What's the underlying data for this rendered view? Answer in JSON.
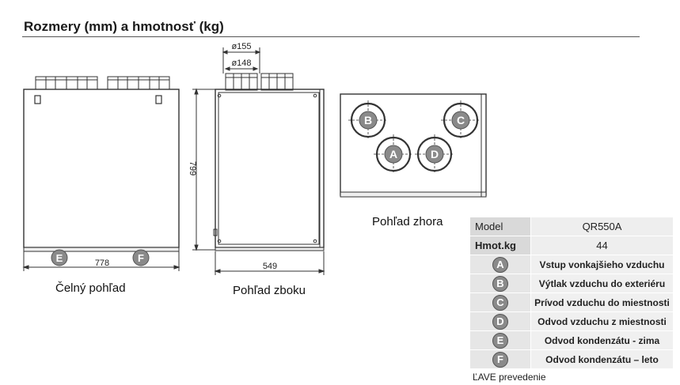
{
  "title": "Rozmery (mm) a hmotnosť  (kg)",
  "views": {
    "front_caption": "Čelný pohľad",
    "side_caption": "Pohľad zboku",
    "top_caption": "Pohľad zhora"
  },
  "dimensions": {
    "front_width": "778",
    "side_height": "799",
    "side_width": "549",
    "duct_outer": "ø155",
    "duct_inner": "ø148"
  },
  "markers": {
    "A": "A",
    "B": "B",
    "C": "C",
    "D": "D",
    "E": "E",
    "F": "F"
  },
  "table": {
    "model_label": "Model",
    "model_value": "QR550A",
    "weight_label": "Hmot.kg",
    "weight_value": "44",
    "rows": [
      {
        "key": "A",
        "text": "Vstup vonkajšieho vzduchu"
      },
      {
        "key": "B",
        "text": "Výtlak vzduchu do exteriéru"
      },
      {
        "key": "C",
        "text": "Prívod vzduchu do miestnosti"
      },
      {
        "key": "D",
        "text": "Odvod vzduchu z miestnosti"
      },
      {
        "key": "E",
        "text": "Odvod kondenzátu - zima"
      },
      {
        "key": "F",
        "text": "Odvod kondenzátu – leto"
      }
    ]
  },
  "note": "ĽAVE prevedenie"
}
